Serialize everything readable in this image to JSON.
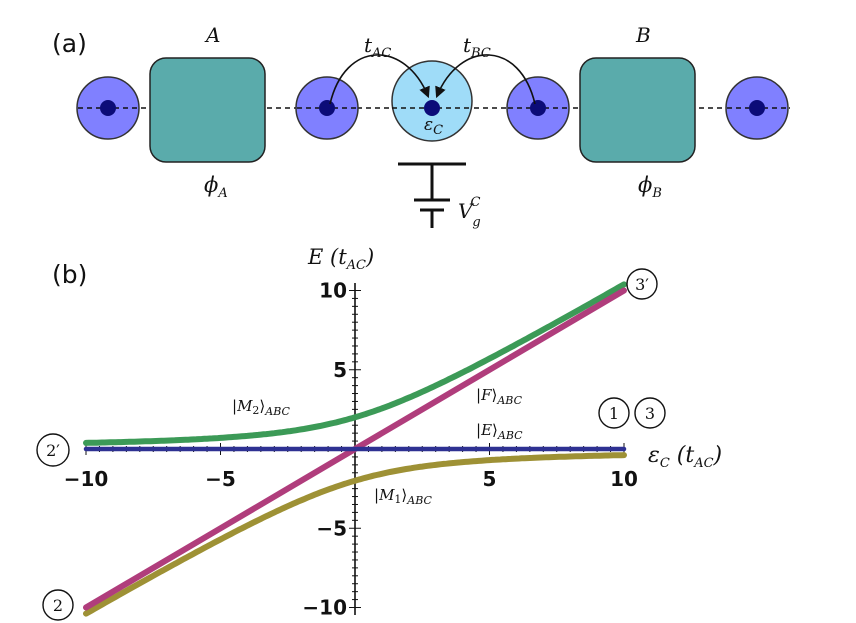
{
  "panels": {
    "a": "(a)",
    "b": "(b)"
  },
  "diagram": {
    "dot_a_label": "A",
    "dot_b_label": "B",
    "phase_a": {
      "base": "ϕ",
      "sub": "A"
    },
    "phase_b": {
      "base": "ϕ",
      "sub": "B"
    },
    "hop_ac": {
      "base": "t",
      "sub": "AC"
    },
    "hop_bc": {
      "base": "t",
      "sub": "BC"
    },
    "energy_c": {
      "base": "ε",
      "sub": "C"
    },
    "gate": {
      "base": "V",
      "sub": "g",
      "sup": "C"
    },
    "colors": {
      "site": "#8080ff",
      "center_site": "#9fdcf8",
      "dot": "#5aabab",
      "core": "#0c0c78"
    }
  },
  "chart_data": {
    "type": "line",
    "xlabel": {
      "base": "ε",
      "sub": "C",
      "unit_open": " (t",
      "unit_sub": "AC",
      "unit_close": ")"
    },
    "ylabel": {
      "base": "E",
      "unit_open": " (t",
      "unit_sub": "AC",
      "unit_close": ")"
    },
    "xlim": [
      -10,
      10
    ],
    "ylim": [
      -10,
      10
    ],
    "xticks": [
      -10,
      -5,
      5,
      10
    ],
    "yticks": [
      10,
      5,
      -5,
      -10
    ],
    "xtick_labels": [
      "−10",
      "−5",
      "5",
      "10"
    ],
    "ytick_labels": [
      "10",
      "5",
      "−5",
      "−10"
    ],
    "series": [
      {
        "name": "|E⟩ABC",
        "color": "#2e3192",
        "x": [
          -10,
          -5,
          0,
          5,
          10
        ],
        "y": [
          0,
          0,
          0,
          0,
          0
        ]
      },
      {
        "name": "|F⟩ABC",
        "color": "#b03d7c",
        "x": [
          -10,
          -5,
          0,
          5,
          10
        ],
        "y": [
          -10,
          -5,
          0,
          5,
          10
        ]
      },
      {
        "name": "|M2⟩ABC",
        "color": "#3c9a57",
        "x": [
          -10,
          -8,
          -6,
          -4,
          -2,
          0,
          2,
          4,
          6,
          8,
          10
        ],
        "y": [
          0.39,
          0.48,
          0.62,
          0.83,
          1.24,
          2.0,
          3.24,
          4.83,
          6.62,
          8.49,
          10.39
        ]
      },
      {
        "name": "|M1⟩ABC",
        "color": "#9e9135",
        "x": [
          -10,
          -8,
          -6,
          -4,
          -2,
          0,
          2,
          4,
          6,
          8,
          10
        ],
        "y": [
          -10.39,
          -8.49,
          -6.62,
          -4.83,
          -3.24,
          -2.0,
          -1.24,
          -0.83,
          -0.62,
          -0.48,
          -0.39
        ]
      }
    ],
    "annotations": {
      "m2": {
        "ket": "M",
        "num": "2",
        "sub": "ABC"
      },
      "f": {
        "ket": "F",
        "num": "",
        "sub": "ABC"
      },
      "e": {
        "ket": "E",
        "num": "",
        "sub": "ABC"
      },
      "m1": {
        "ket": "M",
        "num": "1",
        "sub": "ABC"
      },
      "markers": [
        "1",
        "3",
        "2′",
        "3′",
        "2"
      ]
    }
  }
}
